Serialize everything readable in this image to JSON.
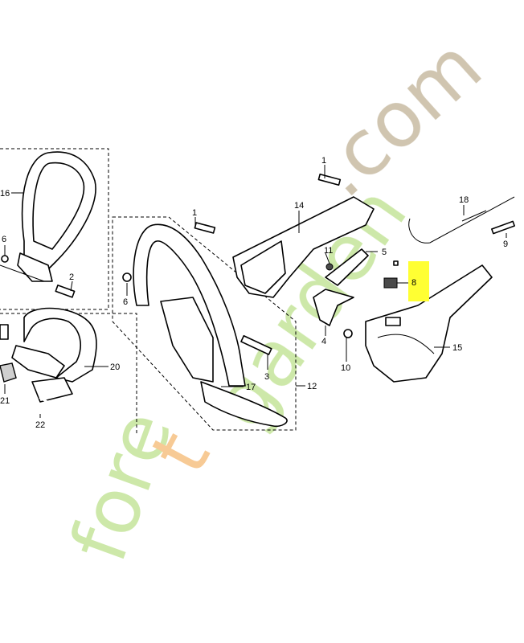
{
  "diagram": {
    "callouts": [
      {
        "id": "1a",
        "text": "1"
      },
      {
        "id": "1b",
        "text": "1"
      },
      {
        "id": "2",
        "text": "2"
      },
      {
        "id": "3",
        "text": "3"
      },
      {
        "id": "4",
        "text": "4"
      },
      {
        "id": "5",
        "text": "5"
      },
      {
        "id": "6a",
        "text": "6"
      },
      {
        "id": "6b",
        "text": "6"
      },
      {
        "id": "8",
        "text": "8"
      },
      {
        "id": "9",
        "text": "9"
      },
      {
        "id": "10",
        "text": "10"
      },
      {
        "id": "11",
        "text": "11"
      },
      {
        "id": "12",
        "text": "12"
      },
      {
        "id": "14",
        "text": "14"
      },
      {
        "id": "15",
        "text": "15"
      },
      {
        "id": "16",
        "text": "16"
      },
      {
        "id": "17",
        "text": "17"
      },
      {
        "id": "18",
        "text": "18"
      },
      {
        "id": "20",
        "text": "20"
      },
      {
        "id": "21",
        "text": "21"
      },
      {
        "id": "22",
        "text": "22"
      }
    ],
    "highlight": {
      "callout": "8",
      "color": "#ffff33"
    }
  },
  "watermark": {
    "text_fore": "fore",
    "text_t": "t",
    "text_garden": "garden",
    "text_com": ".com",
    "colors": {
      "green": "#c8e6a0",
      "orange": "#f7c58a",
      "brown": "#cbbfa8"
    }
  }
}
